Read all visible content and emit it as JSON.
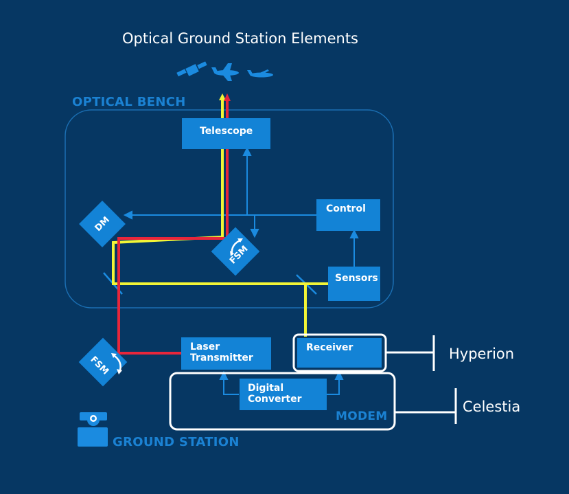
{
  "title": "Optical Ground Station Elements",
  "labels": {
    "optical_bench": "OPTICAL BENCH",
    "ground_station": "GROUND  STATION",
    "modem": "MODEM"
  },
  "blocks": {
    "telescope": "Telescope",
    "control": "Control",
    "sensors": "Sensors",
    "dm": "DM",
    "fsm_upper": "FSM",
    "fsm_lower": "FSM",
    "laser_line1": "Laser",
    "laser_line2": "Transmitter",
    "receiver": "Receiver",
    "digital_line1": "Digital",
    "digital_line2": "Converter"
  },
  "annotations": {
    "hyperion": "Hyperion",
    "celestia": "Celestia"
  },
  "colors": {
    "background": "#063763",
    "block": "#1383d6",
    "beam_transmit": "#e8263b",
    "beam_receive": "#f2f536",
    "annotation": "#ffffff"
  },
  "icons": [
    "satellite-icon",
    "airplane-icon",
    "drone-icon",
    "ground-station-icon"
  ]
}
